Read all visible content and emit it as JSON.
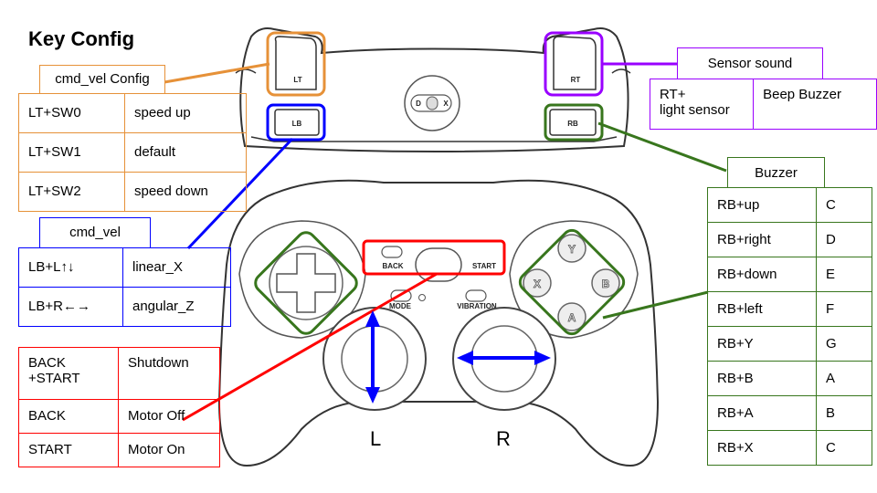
{
  "page": {
    "title": "Key Config"
  },
  "controller": {
    "bumpers": {
      "lt": "LT",
      "lb": "LB",
      "rt": "RT",
      "rb": "RB"
    },
    "mode_switch": {
      "d": "D",
      "x": "X"
    },
    "center": {
      "back": "BACK",
      "start": "START",
      "mode": "MODE",
      "vibration": "VIBRATION"
    },
    "face": {
      "y": "Y",
      "x": "X",
      "b": "B",
      "a": "A"
    },
    "sticks": {
      "left": "L",
      "right": "R"
    }
  },
  "colors": {
    "orange": "#e69138",
    "blue": "#0000ff",
    "purple": "#9900ff",
    "green": "#38761d",
    "red": "#ff0000"
  },
  "cmd_vel_config": {
    "header": "cmd_vel Config",
    "rows": [
      [
        "LT+SW0",
        "speed up"
      ],
      [
        "LT+SW1",
        "default"
      ],
      [
        "LT+SW2",
        "speed down"
      ]
    ]
  },
  "cmd_vel": {
    "header": "cmd_vel",
    "rows": [
      [
        "LB+L↑↓",
        "linear_X"
      ],
      [
        "LB+R←→",
        "angular_Z"
      ]
    ]
  },
  "power": {
    "rows": [
      [
        "BACK\n+START",
        "Shutdown"
      ],
      [
        "BACK",
        "Motor Off"
      ],
      [
        "START",
        "Motor On"
      ]
    ]
  },
  "sensor_sound": {
    "header": "Sensor sound",
    "rows": [
      [
        "RT+\nlight sensor",
        "Beep Buzzer"
      ]
    ]
  },
  "buzzer": {
    "header": "Buzzer",
    "rows": [
      [
        "RB+up",
        "C"
      ],
      [
        "RB+right",
        "D"
      ],
      [
        "RB+down",
        "E"
      ],
      [
        "RB+left",
        "F"
      ],
      [
        "RB+Y",
        "G"
      ],
      [
        "RB+B",
        "A"
      ],
      [
        "RB+A",
        "B"
      ],
      [
        "RB+X",
        "C"
      ]
    ]
  }
}
